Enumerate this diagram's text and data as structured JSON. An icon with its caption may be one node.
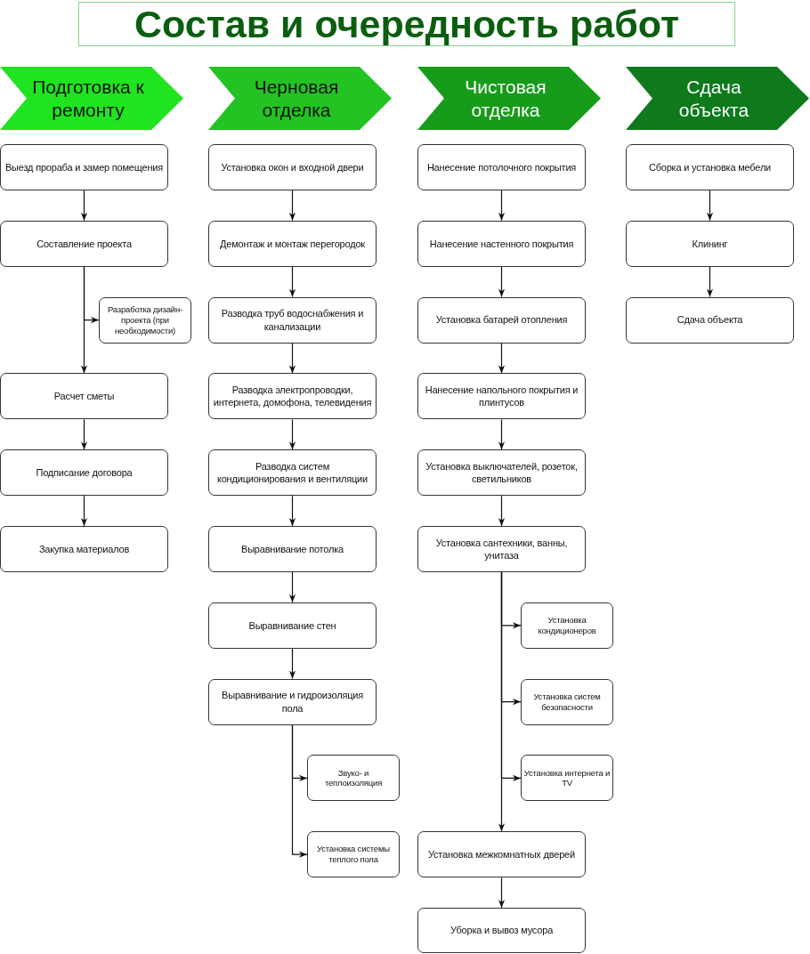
{
  "diagram": {
    "title": "Состав и очередность работ",
    "nodes": [
      {
        "text": [
          "Подготовка к ремонту"
        ]
      },
      {
        "text": [
          "Выезд прораба и замер помещения"
        ]
      },
      {
        "text": [
          "Составление проекта"
        ]
      },
      {
        "text": [
          "Разработка дизайн-проекта (при необходимости)"
        ]
      },
      {
        "text": [
          "Расчет сметы"
        ]
      },
      {
        "text": [
          "Подписание договора"
        ]
      },
      {
        "text": [
          "Закупка материалов"
        ]
      },
      {
        "text": [
          "Черновая отделка"
        ]
      },
      {
        "text": [
          "Установка окон и входной двери"
        ]
      },
      {
        "text": [
          "Демонтаж и монтаж перегородок"
        ]
      },
      {
        "text": [
          "Разводка труб водоснабжения и канализации"
        ]
      },
      {
        "text": [
          "Разводка электропроводки, интернета, домофона, телевидения"
        ]
      },
      {
        "text": [
          "Разводка систем кондиционирования и вентиляции"
        ]
      },
      {
        "text": [
          "Выравнивание потолка"
        ]
      },
      {
        "text": [
          "Выравнивание стен"
        ]
      },
      {
        "text": [
          "Выравнивание и гидроизоляция пола"
        ]
      },
      {
        "text": [
          "Звуко- и теплоизоляция"
        ]
      },
      {
        "text": [
          "Установка системы теплого пола"
        ]
      },
      {
        "text": [
          "Чистовая отделка"
        ]
      },
      {
        "text": [
          "Нанесение потолочного покрытия"
        ]
      },
      {
        "text": [
          "Нанесение настенного покрытия"
        ]
      },
      {
        "text": [
          "Установка батарей отопления"
        ]
      },
      {
        "text": [
          "Нанесение напольного покрытия и плинтусов"
        ]
      },
      {
        "text": [
          "Установка выключателей, розеток, светильников"
        ]
      },
      {
        "text": [
          "Установка сантехники, ванны, унитаза"
        ]
      },
      {
        "text": [
          "Установка кондиционеров"
        ]
      },
      {
        "text": [
          "Установка систем безопасности"
        ]
      },
      {
        "text": [
          "Установка интернета и TV"
        ]
      },
      {
        "text": [
          "Установка межкомнатных дверей"
        ]
      },
      {
        "text": [
          "Уборка и вывоз мусора"
        ]
      },
      {
        "text": [
          "Сдача объекта"
        ]
      },
      {
        "text": [
          "Сборка и установка мебели"
        ]
      },
      {
        "text": [
          "Клининг"
        ]
      },
      {
        "text": [
          "Сдача объекта"
        ]
      }
    ],
    "edges": [
      {
        "from": 1,
        "to": 2,
        "arrow": "to"
      },
      {
        "from": 2,
        "to": 3,
        "arrow": "to"
      },
      {
        "from": 2,
        "to": 4,
        "arrow": "to"
      },
      {
        "from": 4,
        "to": 5,
        "arrow": "to"
      },
      {
        "from": 5,
        "to": 6,
        "arrow": "to"
      },
      {
        "from": 8,
        "to": 9,
        "arrow": "to"
      },
      {
        "from": 9,
        "to": 10,
        "arrow": "to"
      },
      {
        "from": 10,
        "to": 11,
        "arrow": "to"
      },
      {
        "from": 11,
        "to": 12,
        "arrow": "to"
      },
      {
        "from": 12,
        "to": 13,
        "arrow": "to"
      },
      {
        "from": 13,
        "to": 14,
        "arrow": "to"
      },
      {
        "from": 14,
        "to": 15,
        "arrow": "to"
      },
      {
        "from": 15,
        "to": 16,
        "arrow": "to"
      },
      {
        "from": 15,
        "to": 17,
        "arrow": "to"
      },
      {
        "from": 19,
        "to": 20,
        "arrow": "to"
      },
      {
        "from": 20,
        "to": 21,
        "arrow": "to"
      },
      {
        "from": 21,
        "to": 22,
        "arrow": "to"
      },
      {
        "from": 22,
        "to": 23,
        "arrow": "to"
      },
      {
        "from": 23,
        "to": 24,
        "arrow": "to"
      },
      {
        "from": 24,
        "to": 25,
        "arrow": "to"
      },
      {
        "from": 24,
        "to": 26,
        "arrow": "to"
      },
      {
        "from": 24,
        "to": 27,
        "arrow": "to"
      },
      {
        "from": 24,
        "to": 28,
        "arrow": "to"
      },
      {
        "from": 28,
        "to": 29,
        "arrow": "to"
      },
      {
        "from": 31,
        "to": 32,
        "arrow": "to"
      },
      {
        "from": 32,
        "to": 33,
        "arrow": "to"
      }
    ]
  }
}
